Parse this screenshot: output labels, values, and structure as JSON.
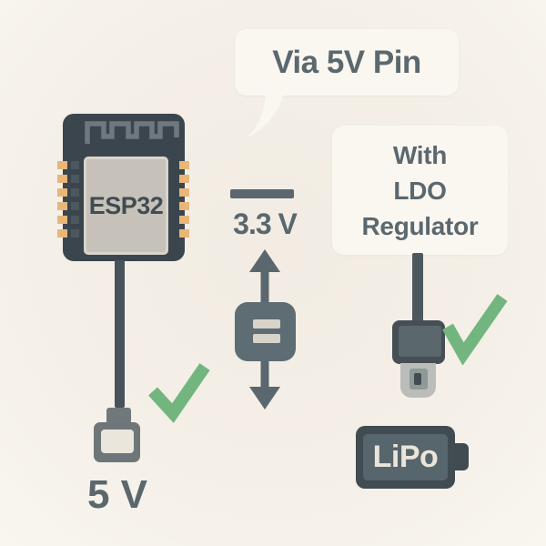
{
  "speech_bubbles": {
    "via_5v": {
      "text": "Via 5V Pin"
    },
    "ldo": {
      "lines": [
        "With",
        "LDO",
        "Regulator"
      ]
    }
  },
  "module": {
    "label": "ESP32"
  },
  "voltages": {
    "regulated": "3.3 V",
    "input": "5 V"
  },
  "battery": {
    "label": "LiPo"
  },
  "icons": [
    "antenna-trace-icon",
    "speech-bubble-tail",
    "usb-connector-icon",
    "checkmark-icon",
    "double-arrow-icon",
    "equals-regulator-icon",
    "plug-connector-icon",
    "battery-icon"
  ],
  "colors": {
    "background": "#f3eee6",
    "bubble": "#faf7f1",
    "dark_slate": "#3b454d",
    "slate_text": "#5b686e",
    "pin_orange": "#e9b679",
    "pin_dark": "#4d575e",
    "cable": "#47525a",
    "connector_gray": "#6e767a",
    "pad_cream": "#ebe6dc",
    "regulator_slate": "#5e6c73",
    "equals_light": "#d8d4ca",
    "check_green": "#73b57e",
    "battery_dark": "#404b52",
    "battery_inner": "#57656c",
    "battery_text": "#eae5da",
    "chip_gray": "#c6c2ba"
  }
}
